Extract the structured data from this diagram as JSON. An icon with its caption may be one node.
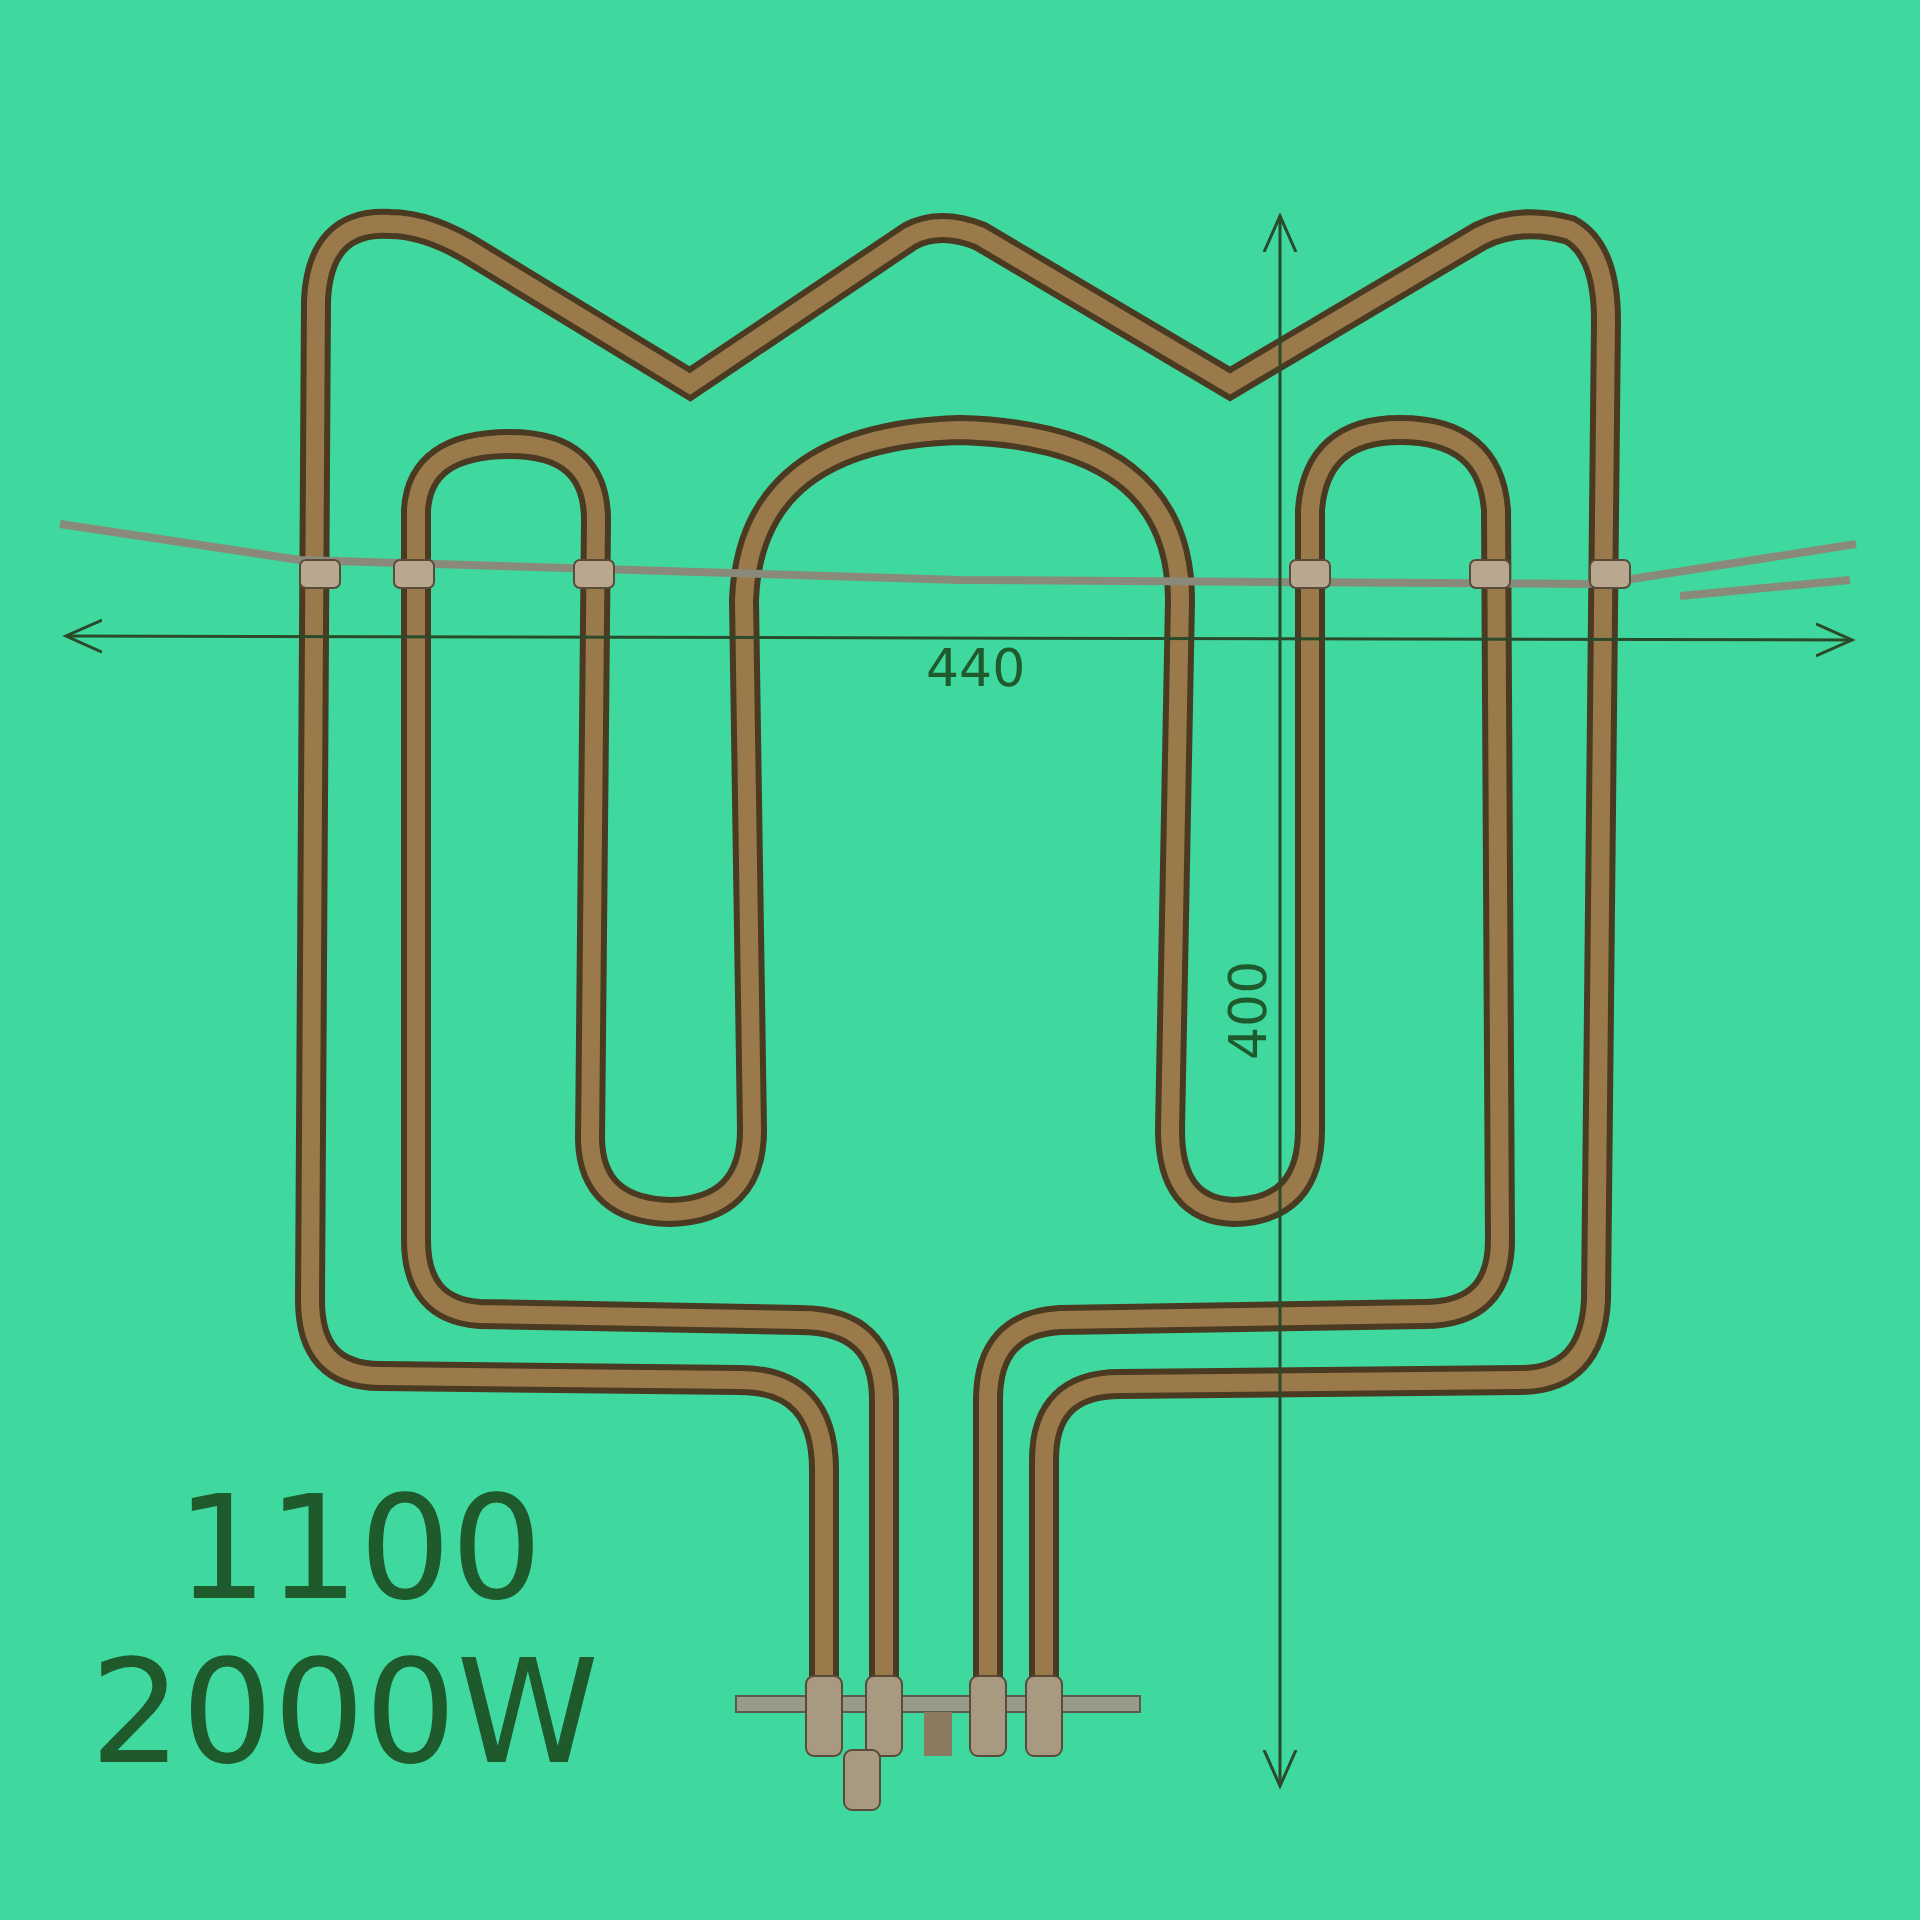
{
  "diagram": {
    "labels": [
      "440",
      "400",
      "1100",
      "2000W"
    ]
  }
}
